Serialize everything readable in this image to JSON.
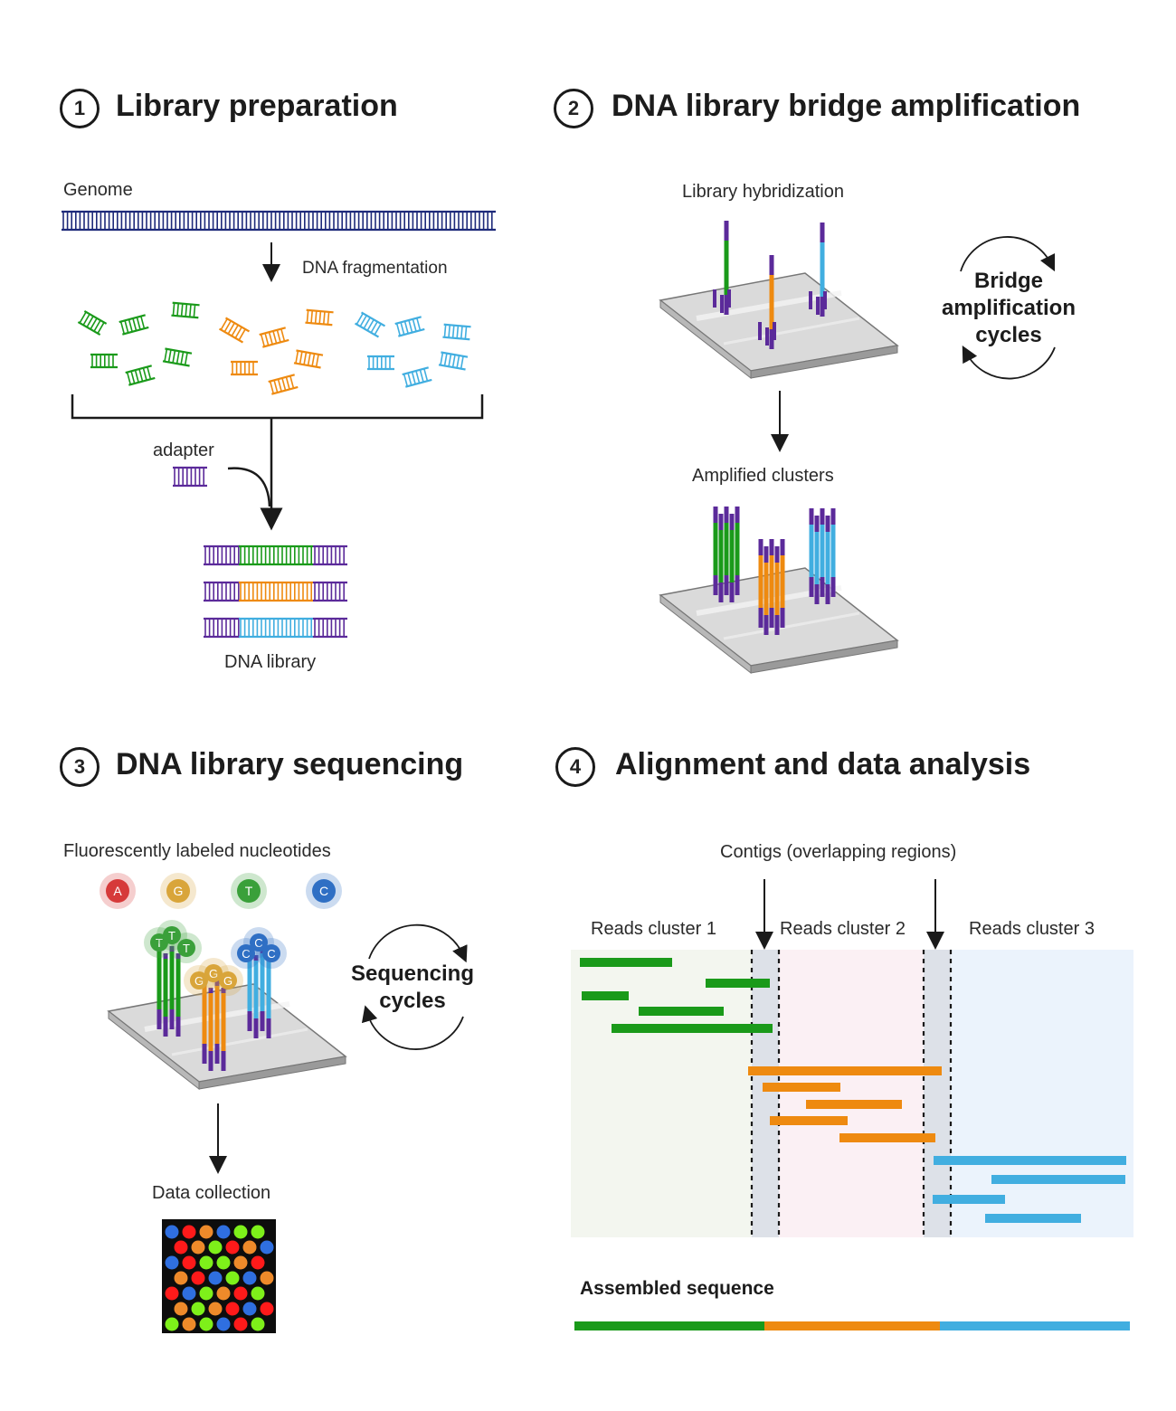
{
  "steps": [
    {
      "number": "1",
      "title": "Library preparation"
    },
    {
      "number": "2",
      "title": "DNA library bridge amplification"
    },
    {
      "number": "3",
      "title": "DNA library sequencing"
    },
    {
      "number": "4",
      "title": "Alignment and data analysis"
    }
  ],
  "panel1": {
    "genome": "Genome",
    "fragmentation": "DNA fragmentation",
    "adapter": "adapter",
    "library": "DNA library"
  },
  "panel2": {
    "hybridization": "Library hybridization",
    "cycles": [
      "Bridge",
      "amplification",
      "cycles"
    ],
    "clusters": "Amplified clusters"
  },
  "panel3": {
    "nucleotides_label": "Fluorescently labeled nucleotides",
    "nucleotides": [
      {
        "letter": "A",
        "color": "#d63a3a"
      },
      {
        "letter": "G",
        "color": "#d9a53a"
      },
      {
        "letter": "T",
        "color": "#3aa03a"
      },
      {
        "letter": "C",
        "color": "#2f6fc4"
      }
    ],
    "cycles": [
      "Sequencing",
      "cycles"
    ],
    "data_collection": "Data collection"
  },
  "panel4": {
    "contigs": "Contigs (overlapping regions)",
    "clusters": [
      "Reads cluster 1",
      "Reads cluster 2",
      "Reads cluster 3"
    ],
    "assembled": "Assembled sequence"
  },
  "colors": {
    "green": "#1a9a1a",
    "orange": "#ee8a10",
    "blue": "#41aee0",
    "purple": "#5b2a9a",
    "navy": "#1e2a7a"
  }
}
